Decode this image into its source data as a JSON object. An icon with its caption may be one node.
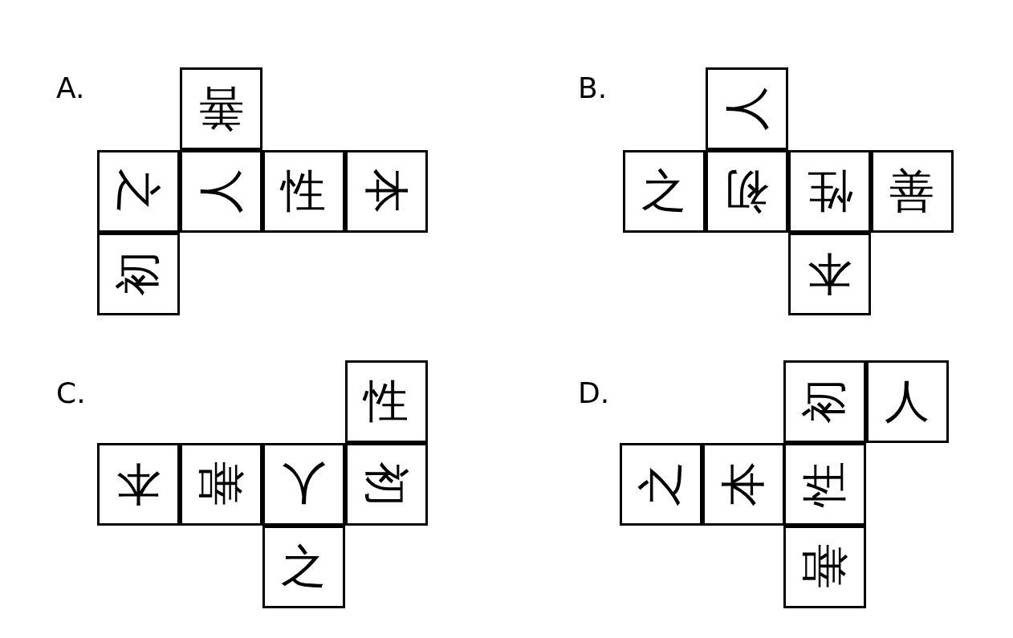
{
  "diagram": {
    "nodes": [
      {
        "text": [
          "善"
        ]
      },
      {
        "text": [
          "之"
        ]
      },
      {
        "text": [
          "人"
        ]
      },
      {
        "text": [
          "性"
        ]
      },
      {
        "text": [
          "本"
        ]
      },
      {
        "text": [
          "初"
        ]
      },
      {
        "text": [
          "人"
        ]
      },
      {
        "text": [
          "之"
        ]
      },
      {
        "text": [
          "初"
        ]
      },
      {
        "text": [
          "性"
        ]
      },
      {
        "text": [
          "善"
        ]
      },
      {
        "text": [
          "本"
        ]
      },
      {
        "text": [
          "性"
        ]
      },
      {
        "text": [
          "本"
        ]
      },
      {
        "text": [
          "善"
        ]
      },
      {
        "text": [
          "人"
        ]
      },
      {
        "text": [
          "初"
        ]
      },
      {
        "text": [
          "之"
        ]
      },
      {
        "text": [
          "初"
        ]
      },
      {
        "text": [
          "人"
        ]
      },
      {
        "text": [
          "之"
        ]
      },
      {
        "text": [
          "本"
        ]
      },
      {
        "text": [
          "性"
        ]
      },
      {
        "text": [
          "善"
        ]
      }
    ],
    "edges": [],
    "labels": [
      "A.",
      "B.",
      "C.",
      "D."
    ]
  }
}
